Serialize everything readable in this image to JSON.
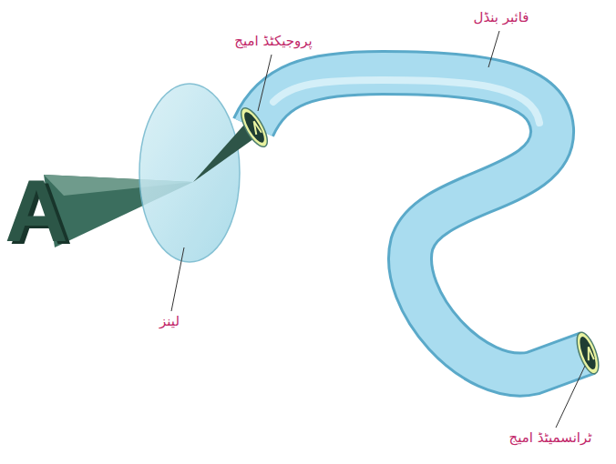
{
  "diagram": {
    "labels": [
      "فائبر بنڈل",
      "پروجیکٹڈ امیج",
      "لینز",
      "ٹرانسمیٹڈ امیج",
      "A"
    ]
  }
}
